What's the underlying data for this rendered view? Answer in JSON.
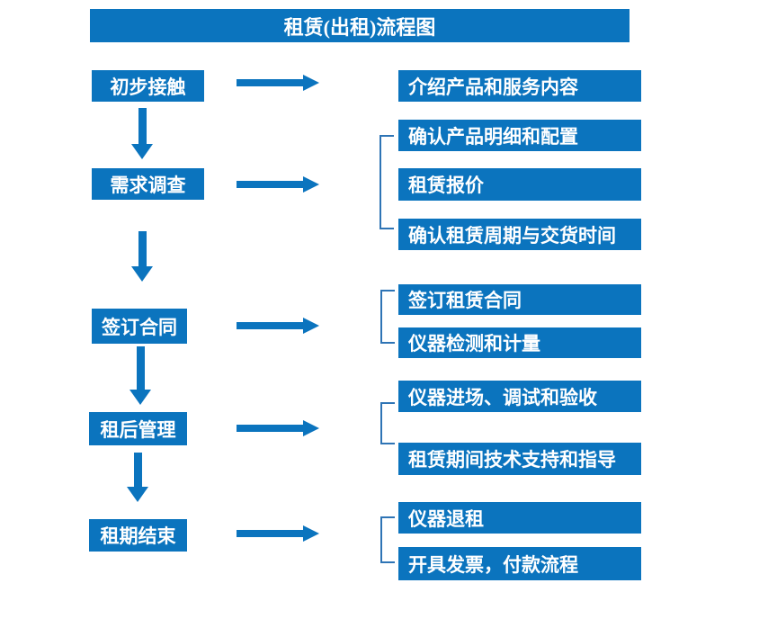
{
  "title": "租赁(出租)流程图",
  "colors": {
    "box_fill": "#0B74BE",
    "arrow_fill": "#0B74BE",
    "bracket_stroke": "#2E74B5",
    "text": "#FFFFFF",
    "background": "#FFFFFF"
  },
  "steps": [
    {
      "label": "初步接触",
      "outputs": [
        "介绍产品和服务内容"
      ]
    },
    {
      "label": "需求调查",
      "outputs": [
        "确认产品明细和配置",
        "租赁报价",
        "确认租赁周期与交货时间"
      ]
    },
    {
      "label": "签订合同",
      "outputs": [
        "签订租赁合同",
        "仪器检测和计量"
      ]
    },
    {
      "label": "租后管理",
      "outputs": [
        "仪器进场、调试和验收",
        "租赁期间技术支持和指导"
      ]
    },
    {
      "label": "租期结束",
      "outputs": [
        "仪器退租",
        "开具发票，付款流程"
      ]
    }
  ]
}
